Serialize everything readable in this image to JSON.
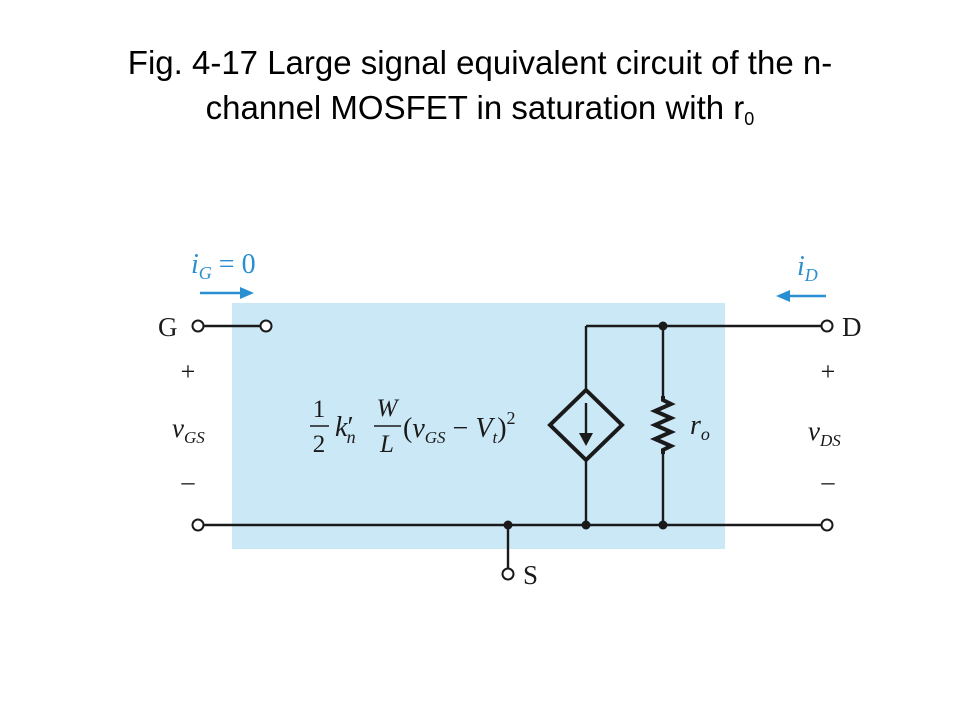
{
  "title": {
    "line1": "Fig. 4-17 Large signal equivalent circuit of the n-",
    "line2_text": "channel MOSFET in saturation with r",
    "line2_sub": "0"
  },
  "diagram": {
    "colors": {
      "box_fill": "#cbe8f6",
      "wire": "#1a1a1a",
      "arrow": "#2a8fd0",
      "label_current": "#2a8fd0"
    },
    "terminals": {
      "gate": "G",
      "drain": "D",
      "source": "S"
    },
    "currents": {
      "gate_i": "i",
      "gate_sub": "G",
      "gate_value": " = 0",
      "drain_i": "i",
      "drain_sub": "D"
    },
    "gate_voltage": {
      "plus": "+",
      "minus": "–",
      "v": "v",
      "sub": "GS"
    },
    "drain_voltage": {
      "plus": "+",
      "minus": "–",
      "v": "v",
      "sub": "DS"
    },
    "resistor": {
      "r": "r",
      "sub": "o"
    },
    "equation": {
      "half_num": "1",
      "half_den": "2",
      "k": "k",
      "k_prime": "′",
      "k_sub": "n",
      "w": "W",
      "l": "L",
      "open_paren": "(",
      "v": "v",
      "v_sub": "GS",
      "minus": " − ",
      "vt": "V",
      "vt_sub": "t",
      "close_paren": ")",
      "exponent": "2"
    }
  }
}
